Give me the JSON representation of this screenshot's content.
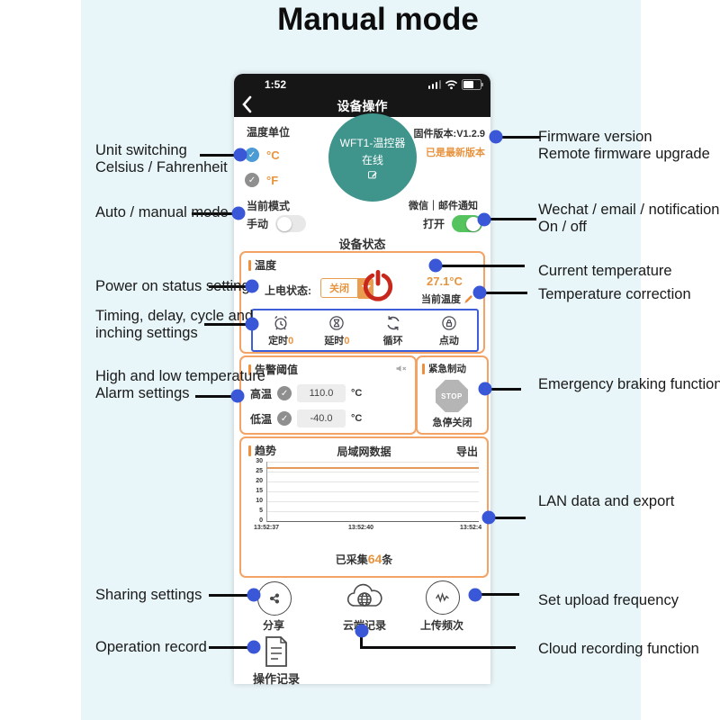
{
  "title": "Manual mode",
  "colors": {
    "accent_orange": "#ED9C52",
    "annotation_blue": "#3A57D8",
    "teal": "#3F948C",
    "toggle_green": "#55C45F",
    "power_red": "#C8281C",
    "checkbox_blue": "#4B9BD5",
    "panel_cyan": "#E9F6F9"
  },
  "annotations": {
    "left": [
      {
        "lines": [
          "Unit switching",
          "Celsius / Fahrenheit"
        ]
      },
      {
        "lines": [
          "Auto / manual mode"
        ]
      },
      {
        "lines": [
          "Power on status setting"
        ]
      },
      {
        "lines": [
          "Timing, delay, cycle and",
          "inching settings"
        ]
      },
      {
        "lines": [
          "High and low temperature",
          "Alarm settings"
        ]
      },
      {
        "lines": [
          "Sharing settings"
        ]
      },
      {
        "lines": [
          "Operation record"
        ]
      }
    ],
    "right": [
      {
        "lines": [
          "Firmware version",
          "Remote firmware upgrade"
        ]
      },
      {
        "lines": [
          "Wechat / email / notification",
          "On / off"
        ]
      },
      {
        "lines": [
          "Current temperature"
        ]
      },
      {
        "lines": [
          "Temperature correction"
        ]
      },
      {
        "lines": [
          "Emergency braking function"
        ]
      },
      {
        "lines": [
          "LAN data and export"
        ]
      },
      {
        "lines": [
          "Set upload frequency"
        ]
      },
      {
        "lines": [
          "Cloud recording function"
        ]
      }
    ]
  },
  "phone": {
    "status_bar": {
      "time": "1:52"
    },
    "nav": {
      "title": "设备操作"
    },
    "unit_section": {
      "title": "温度单位",
      "celsius": "°C",
      "fahrenheit": "°F"
    },
    "device": {
      "name": "WFT1-温控器",
      "status": "在线"
    },
    "firmware": {
      "version": "固件版本:V1.2.9",
      "latest": "已是最新版本"
    },
    "mode_section": {
      "title": "当前模式",
      "manual_label": "手动"
    },
    "notify_section": {
      "title": "微信｜邮件通知",
      "state_label": "打开"
    },
    "device_status_title": "设备状态",
    "temp_box": {
      "title": "温度",
      "power_state_label": "上电状态:",
      "power_state_value": "关闭",
      "current_temp": "27.1°C",
      "current_temp_label": "当前温度",
      "timers": [
        {
          "label": "定时",
          "value": "0"
        },
        {
          "label": "延时",
          "value": "0"
        },
        {
          "label": "循环",
          "value": ""
        },
        {
          "label": "点动",
          "value": ""
        }
      ]
    },
    "alarm_box": {
      "title": "告警阈值",
      "high_label": "高温",
      "high_value": "110.0",
      "low_label": "低温",
      "low_value": "-40.0",
      "unit": "°C"
    },
    "brake_box": {
      "title": "紧急制动",
      "stop_text": "STOP",
      "caption": "急停关闭"
    },
    "trend_box": {
      "title": "趋势",
      "subtitle": "局域网数据",
      "export_label": "导出",
      "collected_prefix": "已采集",
      "collected_count": "64",
      "collected_suffix": "条"
    },
    "footer": {
      "share": "分享",
      "cloud": "云端记录",
      "upload": "上传频次",
      "record": "操作记录"
    }
  },
  "chart_data": {
    "type": "line",
    "title": "局域网数据",
    "x_labels": [
      "13:52:37",
      "13:52:40",
      "13:52:4"
    ],
    "yticks": [
      30,
      25,
      20,
      15,
      10,
      5,
      0
    ],
    "ylim": [
      0,
      30
    ],
    "series": [
      {
        "name": "温度",
        "values": [
          27.1,
          27.1,
          27.1
        ]
      }
    ],
    "grid": true,
    "legend": false,
    "line_color": "#E49A5C"
  }
}
